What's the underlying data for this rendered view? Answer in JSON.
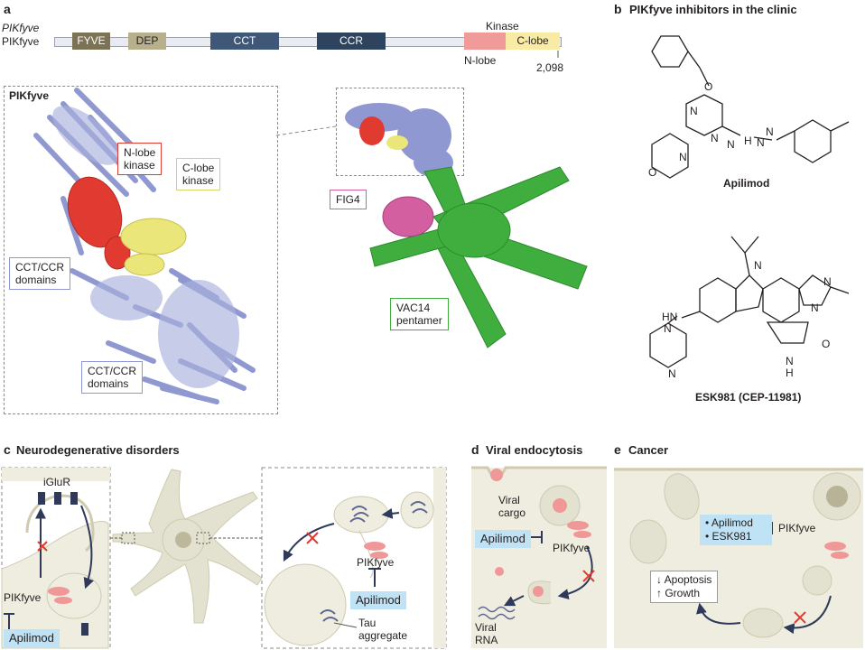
{
  "panel_a": {
    "label": "a",
    "gene_name": "PIKfyve",
    "protein_name": "PIKfyve",
    "domains": [
      {
        "label": "FYVE",
        "color": "#7c7354"
      },
      {
        "label": "DEP",
        "color": "#b8b08c"
      },
      {
        "label": "CCT",
        "color": "#3f5878"
      },
      {
        "label": "CCR",
        "color": "#2e445e"
      },
      {
        "label": "",
        "color": "#f19a9a"
      },
      {
        "label": "C-lobe",
        "color": "#f8eba5"
      }
    ],
    "kinase_label": "Kinase",
    "n_lobe_label": "N-lobe",
    "length_label": "2,098",
    "structure_box_title": "PIKfyve",
    "callouts": {
      "n_lobe": "N-lobe\nkinase",
      "c_lobe": "C-lobe\nkinase",
      "cct_ccr_1": "CCT/CCR\ndomains",
      "cct_ccr_2": "CCT/CCR\ndomains",
      "fig4": "FIG4",
      "vac14": "VAC14\npentamer"
    },
    "colors": {
      "pikfyve": "#8f98d0",
      "nlobe": "#e03a31",
      "clobe": "#eae67a",
      "vac14": "#3fae3f",
      "fig4": "#d45fa0"
    }
  },
  "panel_b": {
    "label": "b",
    "title": "PIKfyve inhibitors  in the clinic",
    "compound1": "Apilimod",
    "compound2": "ESK981  (CEP-11981)"
  },
  "panel_c": {
    "label": "c",
    "title": "Neurodegenerative disorders",
    "iglur": "iGluR",
    "pikfyve_left": "PIKfyve",
    "apilimod_left": "Apilimod",
    "pikfyve_right": "PIKfyve",
    "apilimod_right": "Apilimod",
    "tau": "Tau\naggregate"
  },
  "panel_d": {
    "label": "d",
    "title": "Viral endocytosis",
    "viral_cargo": "Viral\ncargo",
    "apilimod": "Apilimod",
    "pikfyve": "PIKfyve",
    "viral_rna": "Viral\nRNA"
  },
  "panel_e": {
    "label": "e",
    "title": "Cancer",
    "drug1": "• Apilimod",
    "drug2": "• ESK981",
    "pikfyve": "PIKfyve",
    "apoptosis": "↓ Apoptosis",
    "growth": "↑ Growth"
  },
  "theme": {
    "cell_fill": "#efede0",
    "cell_stroke": "#cfcab0",
    "drug_bg": "#bfe3f5",
    "inhibit_red": "#e03a31",
    "arrow": "#2f3a5a"
  }
}
